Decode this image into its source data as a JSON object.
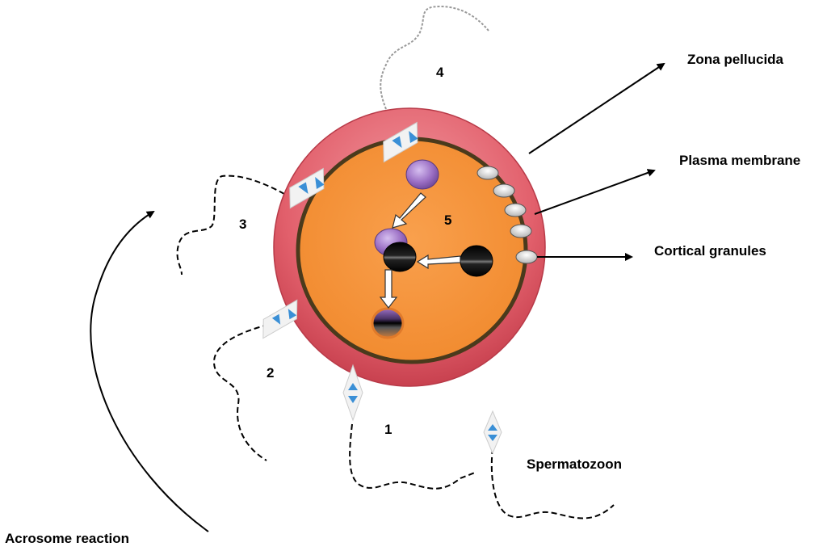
{
  "labels": {
    "zona_pellucida": "Zona pellucida",
    "plasma_membrane": "Plasma membrane",
    "cortical_granules": "Cortical granules",
    "spermatozoon": "Spermatozoon",
    "acrosome_reaction": "Acrosome reaction"
  },
  "steps": {
    "s1": "1",
    "s2": "2",
    "s3": "3",
    "s4": "4",
    "s5": "5"
  },
  "colors": {
    "zona_pellucida": "#d94f5c",
    "zona_highlight": "#f08a92",
    "cytoplasm": "#f7943b",
    "plasma_membrane": "#4a3a1c",
    "cortical_granule": "#d9d9d9",
    "female_pronucleus": "#9b6fc4",
    "male_pronucleus": "#111111",
    "sperm_head_arrow": "#3a8fd6",
    "outline": "#000000"
  }
}
